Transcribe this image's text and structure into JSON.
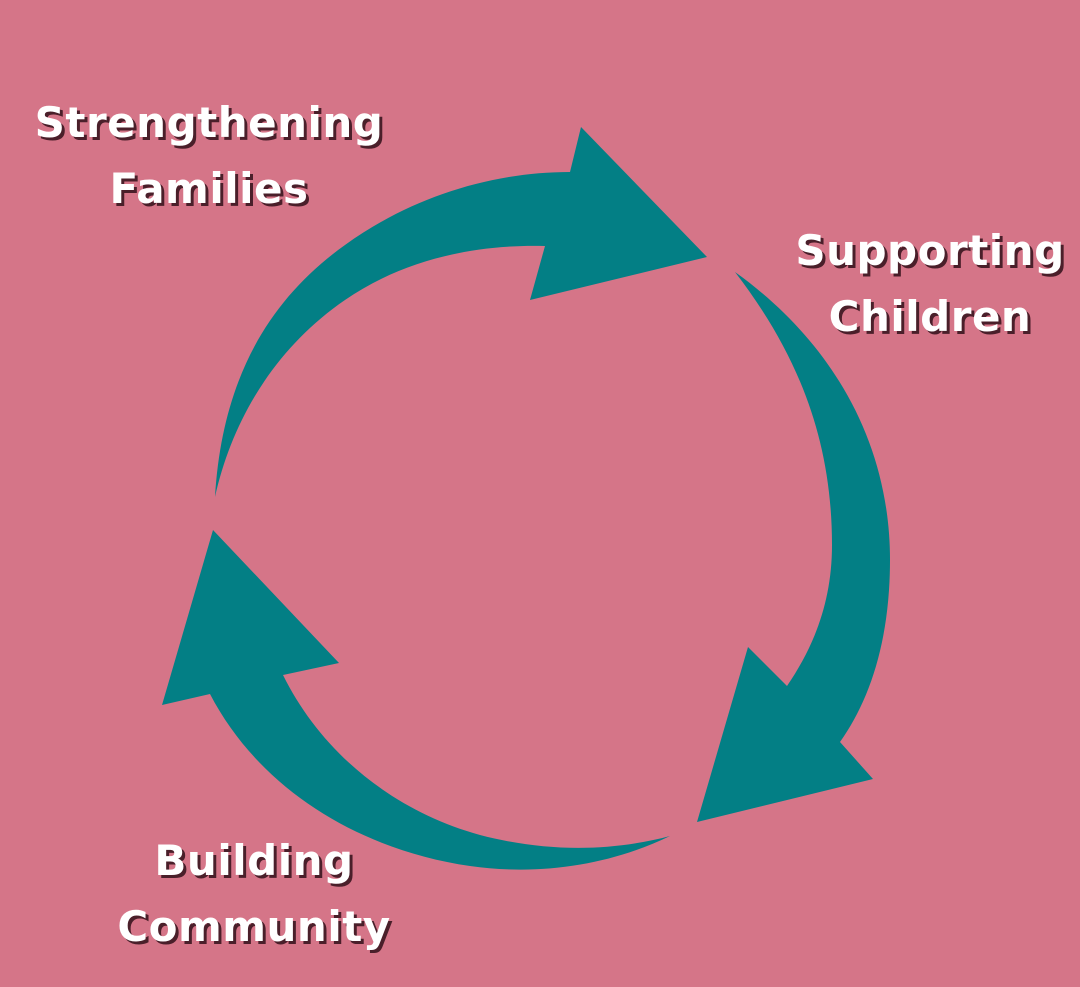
{
  "colors": {
    "background": "#D57588",
    "arrow": "#037F85",
    "label_text": "#FFFFFF",
    "label_shadow": "#4A1F2A"
  },
  "diagram": {
    "type": "cycle",
    "direction": "clockwise",
    "nodes": [
      {
        "id": "families",
        "line1": "Strengthening",
        "line2": "Families",
        "position": "top-left"
      },
      {
        "id": "children",
        "line1": "Supporting",
        "line2": "Children",
        "position": "right"
      },
      {
        "id": "community",
        "line1": "Building",
        "line2": "Community",
        "position": "bottom-left"
      }
    ],
    "arrows": [
      {
        "from": "families",
        "to": "children"
      },
      {
        "from": "children",
        "to": "community"
      },
      {
        "from": "community",
        "to": "families"
      }
    ]
  }
}
